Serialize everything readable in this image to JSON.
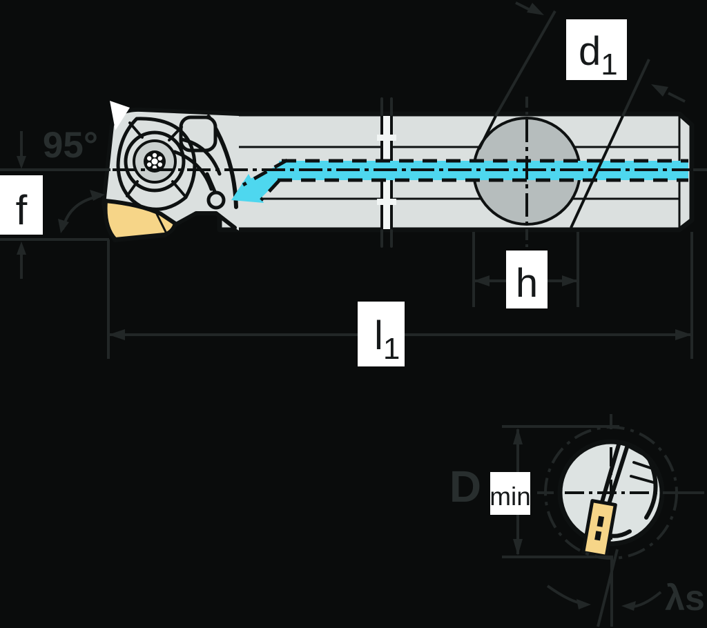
{
  "drawing": {
    "description": "Technical dimension drawing of an internal boring bar with trigon insert, coolant channel, side view and cross-section view",
    "labels": {
      "lead_angle": "95°",
      "f": "f",
      "d1": {
        "base": "d",
        "sub": "1"
      },
      "h": "h",
      "l1": {
        "base": "l",
        "sub": "1"
      },
      "dmin": {
        "base": "D",
        "sub": "min"
      },
      "lambda_s": "λs"
    }
  },
  "colors": {
    "background": "#0a0c0c",
    "ink": "#0e1111",
    "annotation_line": "#222727",
    "annotation_text": "#282e2e",
    "bar_gray": "#dbe0df",
    "circle_gray": "#b6bdbd",
    "section_gray": "#dde3e2",
    "screw_gray": "#c9cfce",
    "insert_yellow": "#f6d588",
    "coolant_cyan": "#4ed7ef",
    "box_white": "#ffffff",
    "label_ink": "#16191a",
    "break_white": "#f2f6f5",
    "torx_white": "#ffffff"
  }
}
